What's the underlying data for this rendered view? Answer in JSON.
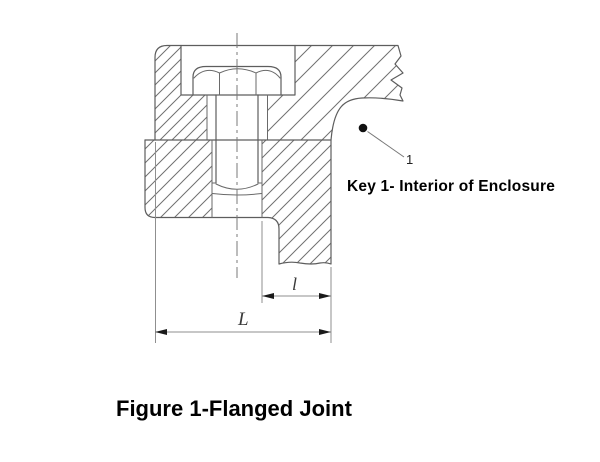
{
  "figure": {
    "caption": "Figure 1-Flanged Joint",
    "key_label": "Key 1- Interior of Enclosure",
    "callout": "1",
    "dim_joint_length": "L",
    "dim_flamepath": "l"
  },
  "colors": {
    "background": "#ffffff",
    "outline": "#5d5d5d",
    "hatch": "#707070",
    "dimension_lines": "#8f8f8f",
    "text": "#000000"
  }
}
